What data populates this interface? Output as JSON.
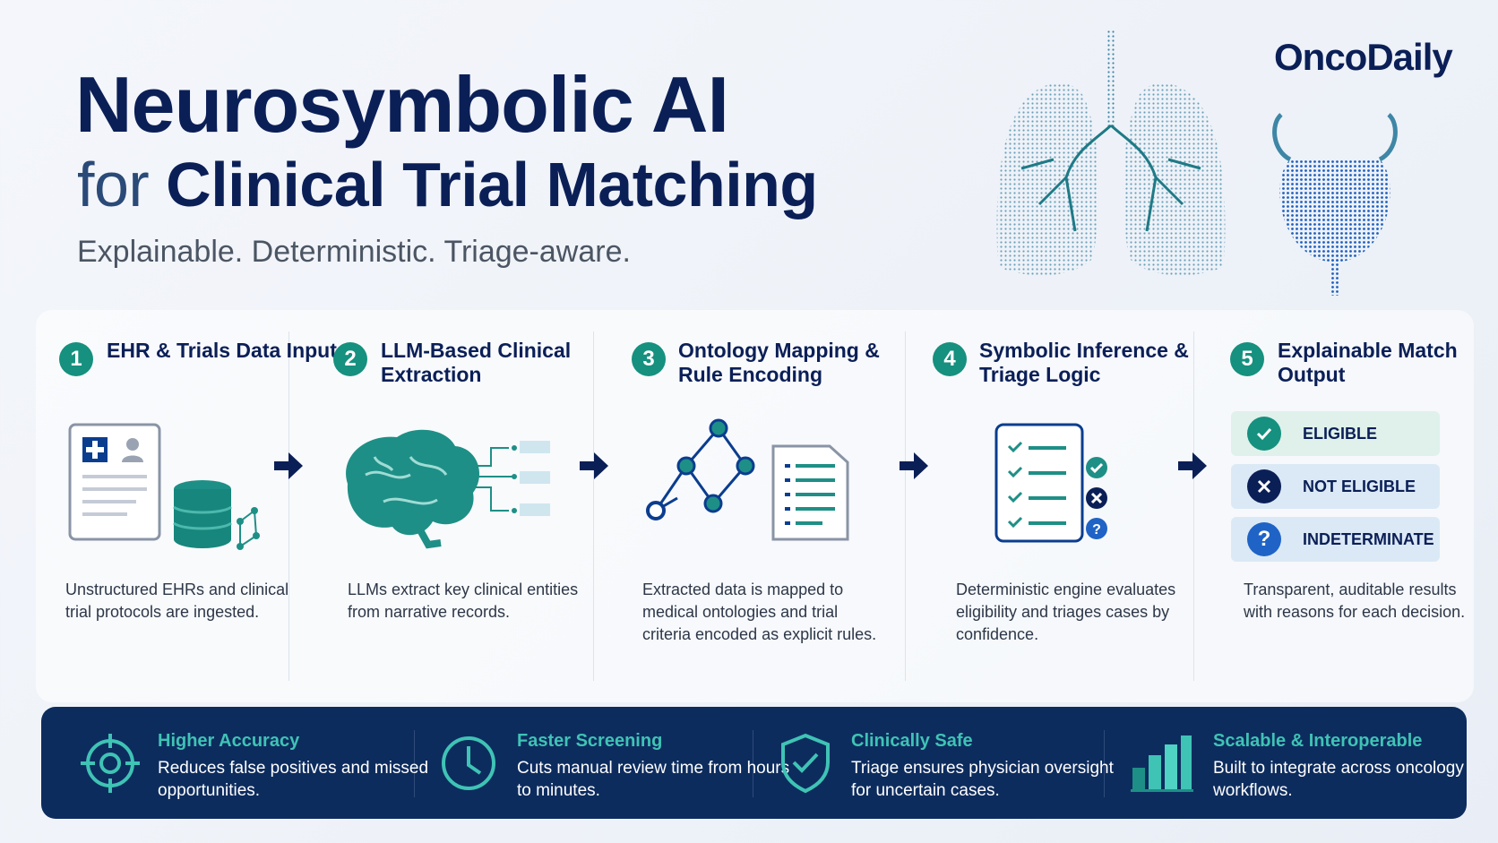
{
  "header": {
    "title_line1": "Neurosymbolic AI",
    "title_line2_prefix": "for",
    "title_line2_main": "Clinical Trial Matching",
    "subtitle": "Explainable. Deterministic. Triage-aware.",
    "brand": "OncoDaily"
  },
  "steps": [
    {
      "number": "1",
      "title": "EHR & Trials Data Input",
      "description": "Unstructured EHRs and clinical trial protocols are ingested."
    },
    {
      "number": "2",
      "title": "LLM-Based Clinical Extraction",
      "description": "LLMs extract key clinical entities from narrative records."
    },
    {
      "number": "3",
      "title": "Ontology Mapping & Rule Encoding",
      "description": "Extracted data is mapped to medical ontologies and trial criteria encoded as explicit rules."
    },
    {
      "number": "4",
      "title": "Symbolic Inference & Triage Logic",
      "description": "Deterministic engine evaluates eligibility and triages cases by confidence."
    },
    {
      "number": "5",
      "title": "Explainable Match Output",
      "description": "Transparent, auditable results with reasons for each decision."
    }
  ],
  "outcomes": [
    {
      "label": "ELIGIBLE",
      "icon": "check-shield-icon",
      "bg": "#dff1ea",
      "icon_color": "#16907f"
    },
    {
      "label": "NOT ELIGIBLE",
      "icon": "x-circle-icon",
      "bg": "#dbe9f6",
      "icon_color": "#0b1f57"
    },
    {
      "label": "INDETERMINATE",
      "icon": "question-circle-icon",
      "bg": "#dbe9f6",
      "icon_color": "#1f63c6"
    }
  ],
  "benefits": [
    {
      "title": "Higher Accuracy",
      "description": "Reduces false positives and missed opportunities.",
      "icon": "target-icon"
    },
    {
      "title": "Faster Screening",
      "description": "Cuts manual review time from hours to minutes.",
      "icon": "clock-icon"
    },
    {
      "title": "Clinically Safe",
      "description": "Triage ensures physician oversight for uncertain cases.",
      "icon": "shield-check-icon"
    },
    {
      "title": "Scalable & Interoperable",
      "description": "Built to integrate across oncology workflows.",
      "icon": "bar-chart-icon"
    }
  ],
  "colors": {
    "navy": "#0b1f57",
    "teal": "#16907f",
    "accent_teal": "#3fc3b5",
    "bottom_bar": "#0d2c5e"
  }
}
